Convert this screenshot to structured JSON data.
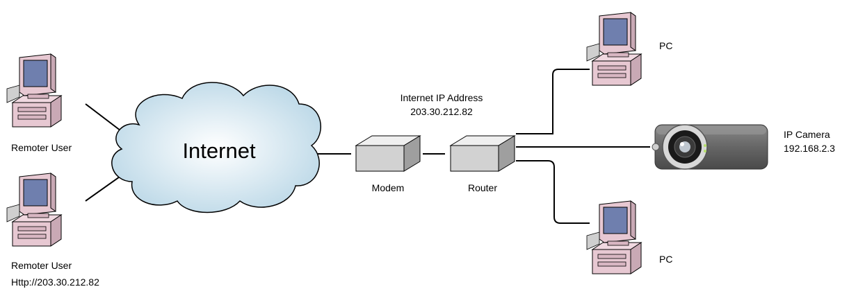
{
  "nodes": {
    "remote_user_1": {
      "label": "Remoter User"
    },
    "remote_user_2": {
      "label": "Remoter User",
      "url": "Http://203.30.212.82"
    },
    "internet": {
      "label": "Internet"
    },
    "modem": {
      "label": "Modem"
    },
    "router": {
      "label": "Router",
      "ip_title": "Internet IP Address",
      "ip": "203.30.212.82"
    },
    "pc_top": {
      "label": "PC"
    },
    "pc_bottom": {
      "label": "PC"
    },
    "ip_camera": {
      "label": "IP Camera",
      "ip": "192.168.2.3"
    }
  },
  "colors": {
    "cloud": "#cfe4ef",
    "monitor": "#e7c8d2",
    "screen": "#6f7fae",
    "box": "#d9d9d9",
    "camera": "#6f6f6f"
  }
}
